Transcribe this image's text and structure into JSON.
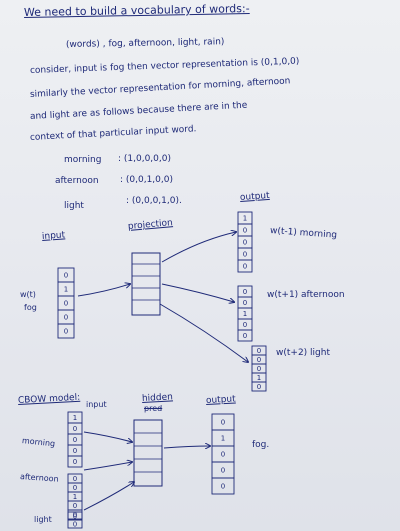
{
  "notes": {
    "heading": "We need to build a vocabulary of words:-",
    "vocab": "(words) , fog, afternoon, light, rain)",
    "line1": "consider, input is fog then vector representation is (0,1,0,0)",
    "line2": "similarly the vector representation for morning, afternoon",
    "line3": "and light are as follows because there are in the",
    "line4": "context of that particular input word."
  },
  "vectors": [
    {
      "word": "morning",
      "value": ": (1,0,0,0,0)"
    },
    {
      "word": "afternoon",
      "value": ": (0,0,1,0,0)"
    },
    {
      "word": "light",
      "value": ": (0,0,0,1,0)."
    }
  ],
  "skipgram": {
    "input_label": "input",
    "projection_label": "projection",
    "output_label": "output",
    "word_label_line1": "w(t)",
    "word_label_line2": "fog",
    "input_cells": [
      "0",
      "1",
      "0",
      "0",
      "0"
    ],
    "outputs": [
      {
        "label": "w(t-1) morning",
        "cells": [
          "1",
          "0",
          "0",
          "0",
          "0"
        ]
      },
      {
        "label": "w(t+1) afternoon",
        "cells": [
          "0",
          "0",
          "1",
          "0",
          "0"
        ]
      },
      {
        "label": "w(t+2) light",
        "cells": [
          "0",
          "0",
          "0",
          "1",
          "0"
        ]
      }
    ]
  },
  "cbow": {
    "title": "CBOW model:",
    "input_label": "input",
    "hidden_label": "hidden",
    "hidden_struck": "pred",
    "output_label": "output",
    "inputs": [
      {
        "word": "morning",
        "cells": [
          "1",
          "0",
          "0",
          "0",
          "0"
        ]
      },
      {
        "word": "afternoon",
        "cells": [
          "0",
          "0",
          "1",
          "0",
          "0"
        ]
      },
      {
        "word": "light",
        "cells": [
          "0",
          "0"
        ]
      }
    ],
    "output_cells": [
      "0",
      "1",
      "0",
      "0",
      "0"
    ],
    "output_word": "fog."
  }
}
